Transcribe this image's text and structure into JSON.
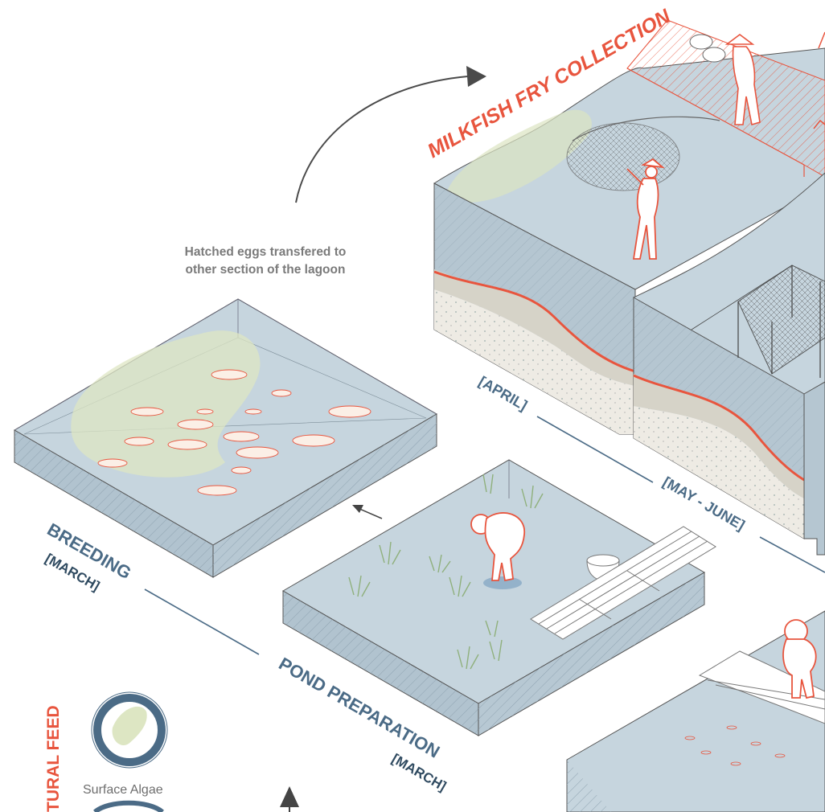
{
  "title": "MILKFISH FRY COLLECTION",
  "annotation": {
    "line1": "Hatched eggs transfered to",
    "line2": "other section of the lagoon"
  },
  "stages": {
    "april": {
      "date": "[APRIL]"
    },
    "may_june": {
      "date": "[MAY - JUNE]"
    },
    "breeding": {
      "name": "BREEDING",
      "date": "[MARCH]"
    },
    "pond_preparation": {
      "name": "POND PREPARATION",
      "date": "[MARCH]"
    }
  },
  "legend": {
    "heading": "TURAL FEED",
    "items": [
      {
        "label": "Surface Algae"
      }
    ]
  },
  "colors": {
    "accent": "#e8553e",
    "water": "#c3d3dc",
    "water_side": "#a9bdca",
    "label_blue": "#4b6b86",
    "algae": "#dbe6c4",
    "sand": "#e6e2d8"
  },
  "icons": [
    "curved-arrow-icon",
    "small-arrow-icon",
    "up-arrow-icon",
    "fisherman-icon",
    "fish-icon",
    "basket-icon",
    "raft-icon",
    "seagrass-icon",
    "net-icon"
  ]
}
